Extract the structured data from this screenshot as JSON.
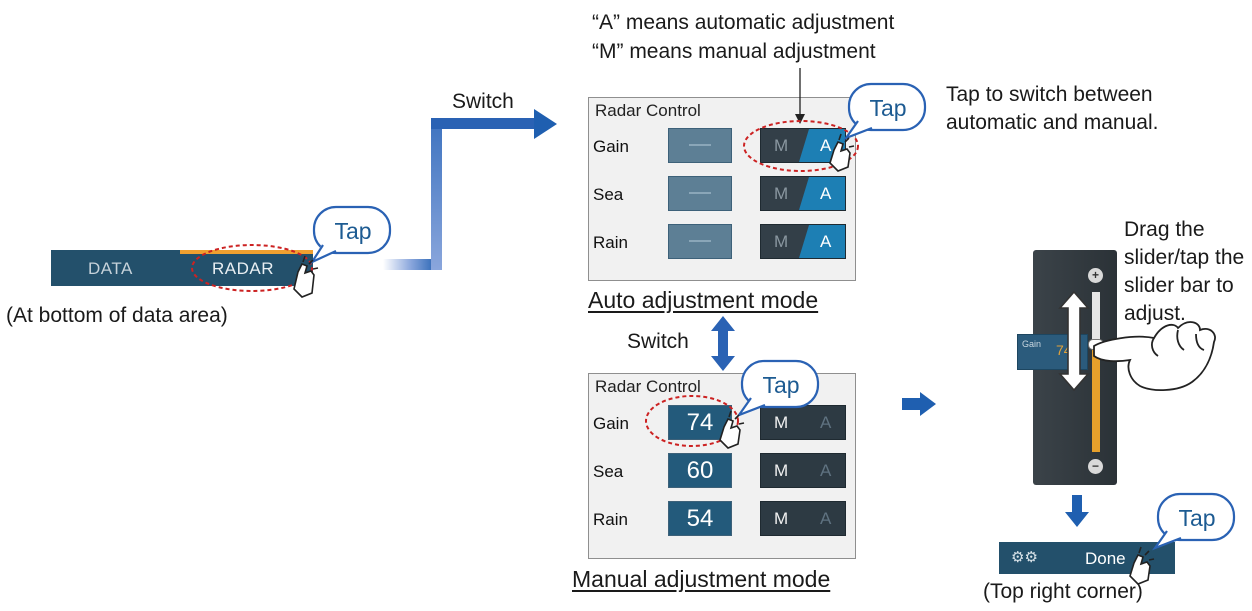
{
  "notes": {
    "auto_line": "“A” means automatic adjustment",
    "manual_line": "“M” means manual adjustment",
    "tap_switch_line1": "Tap to switch between",
    "tap_switch_line2": "automatic and manual.",
    "drag_line1": "Drag the",
    "drag_line2": "slider/tap the",
    "drag_line3": "slider bar to",
    "drag_line4": "adjust.",
    "bottom_caption": "(At bottom of data area)",
    "corner_caption": "(Top right corner)"
  },
  "switch_labels": {
    "top": "Switch",
    "middle": "Switch"
  },
  "tap_label": "Tap",
  "tabbar": {
    "tab_data": "DATA",
    "tab_radar": "RADAR"
  },
  "auto_panel": {
    "title": "Radar Control",
    "caption": "Auto adjustment mode",
    "rows": [
      {
        "label": "Gain",
        "m": "M",
        "a": "A"
      },
      {
        "label": "Sea",
        "m": "M",
        "a": "A"
      },
      {
        "label": "Rain",
        "m": "M",
        "a": "A"
      }
    ]
  },
  "manual_panel": {
    "title": "Radar Control",
    "caption": "Manual adjustment mode",
    "rows": [
      {
        "label": "Gain",
        "value": "74",
        "m": "M",
        "a": "A"
      },
      {
        "label": "Sea",
        "value": "60",
        "m": "M",
        "a": "A"
      },
      {
        "label": "Rain",
        "value": "54",
        "m": "M",
        "a": "A"
      }
    ]
  },
  "slider": {
    "gain_label": "Gain",
    "gain_value": "74",
    "plus": "+",
    "minus": "−",
    "level": 0.67
  },
  "done_bar": {
    "label": "Done",
    "icon": "gears-icon"
  },
  "colors": {
    "accent": "#f0a030",
    "panel_blue": "#23506b",
    "auto_blue": "#1d7fb4",
    "arrow_blue": "#1f5fb0",
    "tap_red": "#cc2222"
  }
}
